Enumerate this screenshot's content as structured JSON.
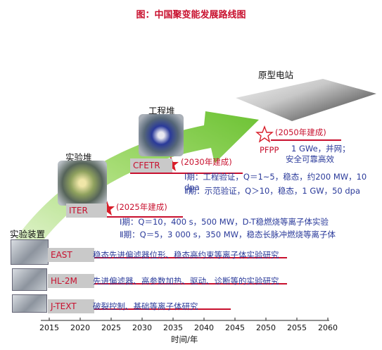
{
  "title": "图：中国聚变能发展路线图",
  "stages": {
    "experimental_device": "实验装置",
    "experimental_reactor": "实验堆",
    "engineering_reactor": "工程堆",
    "prototype_plant": "原型电站"
  },
  "devices": [
    {
      "name": "EAST",
      "desc": "稳态先进偏滤器位形、稳态高约束等离子体实验研究"
    },
    {
      "name": "HL-2M",
      "desc": "先进偏滤器、高参数加热、驱动、诊断等的实验研究"
    },
    {
      "name": "J-TEXT",
      "desc": "破裂控制、基础等离子体研究"
    }
  ],
  "iter": {
    "name": "ITER",
    "year": "(2025年建成)",
    "phase1": "Ⅰ期：Q＝10，400 s，500 MW，D-T稳燃烧等离子体实验",
    "phase2": "Ⅱ期：Q＝5，3 000 s，350 MW，稳态长脉冲燃烧等离子体"
  },
  "cfetr": {
    "name": "CFETR",
    "year": "(2030年建成)",
    "phase1": "Ⅰ期：工程验证，Q＝1~5，稳态，约200 MW，10 dpa",
    "phase2": "Ⅱ期：示范验证，Q＞10，稳态，1 GW，50 dpa"
  },
  "pfpp": {
    "name": "PFPP",
    "year": "(2050年建成)",
    "line1": "1 GWe，并网；",
    "line2": "安全可靠高效"
  },
  "axis": {
    "label": "时间/年",
    "ticks": [
      "2015",
      "2020",
      "2025",
      "2030",
      "2035",
      "2040",
      "2045",
      "2050",
      "2055",
      "2060"
    ]
  },
  "colors": {
    "title": "#c8102e",
    "blue_text": "#2a3a9a",
    "arrow": "#7fca3a",
    "axis": "#222222"
  }
}
